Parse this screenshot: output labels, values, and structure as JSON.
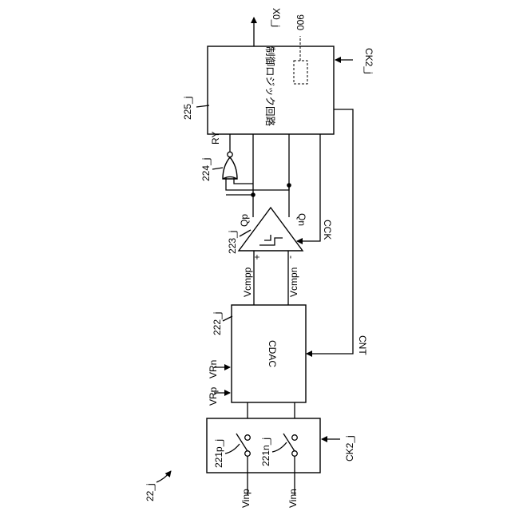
{
  "figure": {
    "ref_overall": "22_j",
    "output": "X0_j",
    "ref_900": "900",
    "clock_top": "CK2_j",
    "clock_bottom": "CK2_j",
    "logic": {
      "ref": "225_j",
      "name": "制御ロジック回路"
    },
    "gate": {
      "ref": "224_j",
      "signal": "RY"
    },
    "comparator": {
      "ref": "223_j",
      "plus": "+",
      "minus": "-",
      "qp": "Qp",
      "qn": "Qn",
      "clock": "CCK"
    },
    "cdac": {
      "ref": "222_j",
      "name": "CDAC",
      "vrn": "VRn",
      "vrp": "VRp",
      "vcmpp": "Vcmpp",
      "vcmpn": "Vcmpn",
      "cnt": "CNT"
    },
    "switches": {
      "ref_p": "221p_j",
      "ref_n": "221n_j",
      "inp": "Vinp",
      "inn": "Vinn"
    }
  }
}
